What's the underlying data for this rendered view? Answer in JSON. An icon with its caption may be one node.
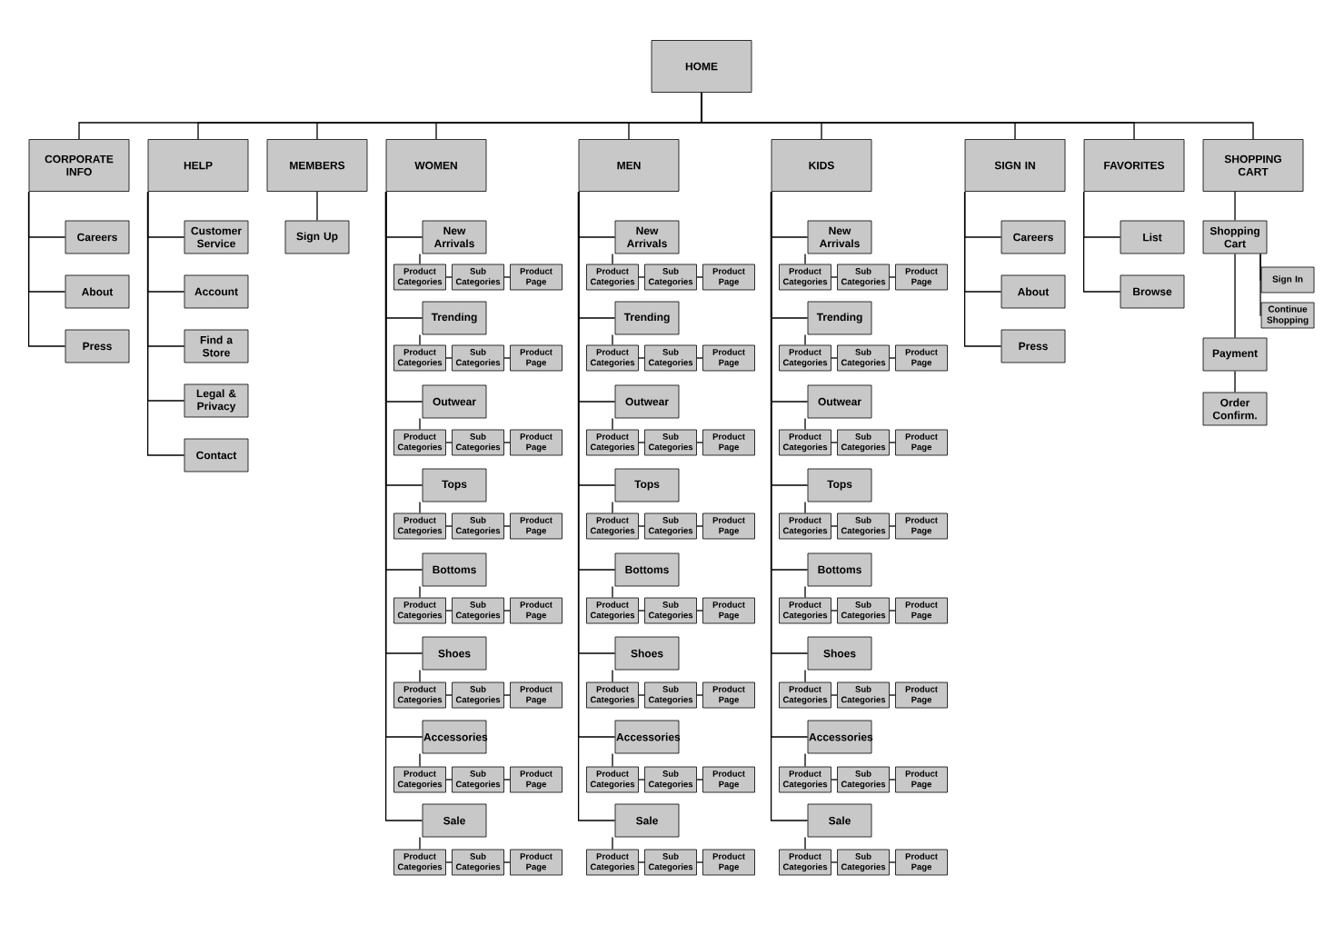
{
  "diagram": {
    "nodes": [
      {
        "text": [
          "HOME"
        ]
      },
      {
        "text": [
          "CORPORATE INFO"
        ]
      },
      {
        "text": [
          "HELP"
        ]
      },
      {
        "text": [
          "MEMBERS"
        ]
      },
      {
        "text": [
          "WOMEN"
        ]
      },
      {
        "text": [
          "MEN"
        ]
      },
      {
        "text": [
          "KIDS"
        ]
      },
      {
        "text": [
          "SIGN IN"
        ]
      },
      {
        "text": [
          "FAVORITES"
        ]
      },
      {
        "text": [
          "SHOPPING CART"
        ]
      },
      {
        "text": [
          "Careers"
        ]
      },
      {
        "text": [
          "About"
        ]
      },
      {
        "text": [
          "Press"
        ]
      },
      {
        "text": [
          "Customer Service"
        ]
      },
      {
        "text": [
          "Account"
        ]
      },
      {
        "text": [
          "Find a Store"
        ]
      },
      {
        "text": [
          "Legal & Privacy"
        ]
      },
      {
        "text": [
          "Contact"
        ]
      },
      {
        "text": [
          "Sign Up"
        ]
      },
      {
        "text": [
          "New Arrivals"
        ]
      },
      {
        "text": [
          "Product Categories"
        ]
      },
      {
        "text": [
          "Sub Categories"
        ]
      },
      {
        "text": [
          "Product Page"
        ]
      },
      {
        "text": [
          "Trending"
        ]
      },
      {
        "text": [
          "Product Categories"
        ]
      },
      {
        "text": [
          "Sub Categories"
        ]
      },
      {
        "text": [
          "Product Page"
        ]
      },
      {
        "text": [
          "Outwear"
        ]
      },
      {
        "text": [
          "Product Categories"
        ]
      },
      {
        "text": [
          "Sub Categories"
        ]
      },
      {
        "text": [
          "Product Page"
        ]
      },
      {
        "text": [
          "Tops"
        ]
      },
      {
        "text": [
          "Product Categories"
        ]
      },
      {
        "text": [
          "Sub Categories"
        ]
      },
      {
        "text": [
          "Product Page"
        ]
      },
      {
        "text": [
          "Bottoms"
        ]
      },
      {
        "text": [
          "Product Categories"
        ]
      },
      {
        "text": [
          "Sub Categories"
        ]
      },
      {
        "text": [
          "Product Page"
        ]
      },
      {
        "text": [
          "Shoes"
        ]
      },
      {
        "text": [
          "Product Categories"
        ]
      },
      {
        "text": [
          "Sub Categories"
        ]
      },
      {
        "text": [
          "Product Page"
        ]
      },
      {
        "text": [
          "Accessories"
        ]
      },
      {
        "text": [
          "Product Categories"
        ]
      },
      {
        "text": [
          "Sub Categories"
        ]
      },
      {
        "text": [
          "Product Page"
        ]
      },
      {
        "text": [
          "Sale"
        ]
      },
      {
        "text": [
          "Product Categories"
        ]
      },
      {
        "text": [
          "Sub Categories"
        ]
      },
      {
        "text": [
          "Product Page"
        ]
      },
      {
        "text": [
          "New Arrivals"
        ]
      },
      {
        "text": [
          "Product Categories"
        ]
      },
      {
        "text": [
          "Sub Categories"
        ]
      },
      {
        "text": [
          "Product Page"
        ]
      },
      {
        "text": [
          "Trending"
        ]
      },
      {
        "text": [
          "Product Categories"
        ]
      },
      {
        "text": [
          "Sub Categories"
        ]
      },
      {
        "text": [
          "Product Page"
        ]
      },
      {
        "text": [
          "Outwear"
        ]
      },
      {
        "text": [
          "Product Categories"
        ]
      },
      {
        "text": [
          "Sub Categories"
        ]
      },
      {
        "text": [
          "Product Page"
        ]
      },
      {
        "text": [
          "Tops"
        ]
      },
      {
        "text": [
          "Product Categories"
        ]
      },
      {
        "text": [
          "Sub Categories"
        ]
      },
      {
        "text": [
          "Product Page"
        ]
      },
      {
        "text": [
          "Bottoms"
        ]
      },
      {
        "text": [
          "Product Categories"
        ]
      },
      {
        "text": [
          "Sub Categories"
        ]
      },
      {
        "text": [
          "Product Page"
        ]
      },
      {
        "text": [
          "Shoes"
        ]
      },
      {
        "text": [
          "Product Categories"
        ]
      },
      {
        "text": [
          "Sub Categories"
        ]
      },
      {
        "text": [
          "Product Page"
        ]
      },
      {
        "text": [
          "Accessories"
        ]
      },
      {
        "text": [
          "Product Categories"
        ]
      },
      {
        "text": [
          "Sub Categories"
        ]
      },
      {
        "text": [
          "Product Page"
        ]
      },
      {
        "text": [
          "Sale"
        ]
      },
      {
        "text": [
          "Product Categories"
        ]
      },
      {
        "text": [
          "Sub Categories"
        ]
      },
      {
        "text": [
          "Product Page"
        ]
      },
      {
        "text": [
          "New Arrivals"
        ]
      },
      {
        "text": [
          "Product Categories"
        ]
      },
      {
        "text": [
          "Sub Categories"
        ]
      },
      {
        "text": [
          "Product Page"
        ]
      },
      {
        "text": [
          "Trending"
        ]
      },
      {
        "text": [
          "Product Categories"
        ]
      },
      {
        "text": [
          "Sub Categories"
        ]
      },
      {
        "text": [
          "Product Page"
        ]
      },
      {
        "text": [
          "Outwear"
        ]
      },
      {
        "text": [
          "Product Categories"
        ]
      },
      {
        "text": [
          "Sub Categories"
        ]
      },
      {
        "text": [
          "Product Page"
        ]
      },
      {
        "text": [
          "Tops"
        ]
      },
      {
        "text": [
          "Product Categories"
        ]
      },
      {
        "text": [
          "Sub Categories"
        ]
      },
      {
        "text": [
          "Product Page"
        ]
      },
      {
        "text": [
          "Bottoms"
        ]
      },
      {
        "text": [
          "Product Categories"
        ]
      },
      {
        "text": [
          "Sub Categories"
        ]
      },
      {
        "text": [
          "Product Page"
        ]
      },
      {
        "text": [
          "Shoes"
        ]
      },
      {
        "text": [
          "Product Categories"
        ]
      },
      {
        "text": [
          "Sub Categories"
        ]
      },
      {
        "text": [
          "Product Page"
        ]
      },
      {
        "text": [
          "Accessories"
        ]
      },
      {
        "text": [
          "Product Categories"
        ]
      },
      {
        "text": [
          "Sub Categories"
        ]
      },
      {
        "text": [
          "Product Page"
        ]
      },
      {
        "text": [
          "Sale"
        ]
      },
      {
        "text": [
          "Product Categories"
        ]
      },
      {
        "text": [
          "Sub Categories"
        ]
      },
      {
        "text": [
          "Product Page"
        ]
      },
      {
        "text": [
          "Careers"
        ]
      },
      {
        "text": [
          "About"
        ]
      },
      {
        "text": [
          "Press"
        ]
      },
      {
        "text": [
          "List"
        ]
      },
      {
        "text": [
          "Browse"
        ]
      },
      {
        "text": [
          "Shopping Cart"
        ]
      },
      {
        "text": [
          "Sign In"
        ]
      },
      {
        "text": [
          "Continue Shopping"
        ]
      },
      {
        "text": [
          "Payment"
        ]
      },
      {
        "text": [
          "Order Confirm."
        ]
      }
    ],
    "edges": [
      {
        "from": 0,
        "to": 1,
        "arrow": "none"
      },
      {
        "from": 0,
        "to": 2,
        "arrow": "none"
      },
      {
        "from": 0,
        "to": 3,
        "arrow": "none"
      },
      {
        "from": 0,
        "to": 4,
        "arrow": "none"
      },
      {
        "from": 0,
        "to": 5,
        "arrow": "none"
      },
      {
        "from": 0,
        "to": 6,
        "arrow": "none"
      },
      {
        "from": 0,
        "to": 7,
        "arrow": "none"
      },
      {
        "from": 0,
        "to": 8,
        "arrow": "none"
      },
      {
        "from": 0,
        "to": 9,
        "arrow": "none"
      },
      {
        "from": 1,
        "to": 10,
        "arrow": "none"
      },
      {
        "from": 1,
        "to": 11,
        "arrow": "none"
      },
      {
        "from": 1,
        "to": 12,
        "arrow": "none"
      },
      {
        "from": 2,
        "to": 13,
        "arrow": "none"
      },
      {
        "from": 2,
        "to": 14,
        "arrow": "none"
      },
      {
        "from": 2,
        "to": 15,
        "arrow": "none"
      },
      {
        "from": 2,
        "to": 16,
        "arrow": "none"
      },
      {
        "from": 2,
        "to": 17,
        "arrow": "none"
      },
      {
        "from": 3,
        "to": 18,
        "arrow": "none"
      },
      {
        "from": 4,
        "to": 19,
        "arrow": "none"
      },
      {
        "from": 19,
        "to": 20,
        "arrow": "none"
      },
      {
        "from": 20,
        "to": 21,
        "arrow": "none"
      },
      {
        "from": 21,
        "to": 22,
        "arrow": "none"
      },
      {
        "from": 4,
        "to": 23,
        "arrow": "none"
      },
      {
        "from": 23,
        "to": 24,
        "arrow": "none"
      },
      {
        "from": 24,
        "to": 25,
        "arrow": "none"
      },
      {
        "from": 25,
        "to": 26,
        "arrow": "none"
      },
      {
        "from": 4,
        "to": 27,
        "arrow": "none"
      },
      {
        "from": 27,
        "to": 28,
        "arrow": "none"
      },
      {
        "from": 28,
        "to": 29,
        "arrow": "none"
      },
      {
        "from": 29,
        "to": 30,
        "arrow": "none"
      },
      {
        "from": 4,
        "to": 31,
        "arrow": "none"
      },
      {
        "from": 31,
        "to": 32,
        "arrow": "none"
      },
      {
        "from": 32,
        "to": 33,
        "arrow": "none"
      },
      {
        "from": 33,
        "to": 34,
        "arrow": "none"
      },
      {
        "from": 4,
        "to": 35,
        "arrow": "none"
      },
      {
        "from": 35,
        "to": 36,
        "arrow": "none"
      },
      {
        "from": 36,
        "to": 37,
        "arrow": "none"
      },
      {
        "from": 37,
        "to": 38,
        "arrow": "none"
      },
      {
        "from": 4,
        "to": 39,
        "arrow": "none"
      },
      {
        "from": 39,
        "to": 40,
        "arrow": "none"
      },
      {
        "from": 40,
        "to": 41,
        "arrow": "none"
      },
      {
        "from": 41,
        "to": 42,
        "arrow": "none"
      },
      {
        "from": 4,
        "to": 43,
        "arrow": "none"
      },
      {
        "from": 43,
        "to": 44,
        "arrow": "none"
      },
      {
        "from": 44,
        "to": 45,
        "arrow": "none"
      },
      {
        "from": 45,
        "to": 46,
        "arrow": "none"
      },
      {
        "from": 4,
        "to": 47,
        "arrow": "none"
      },
      {
        "from": 47,
        "to": 48,
        "arrow": "none"
      },
      {
        "from": 48,
        "to": 49,
        "arrow": "none"
      },
      {
        "from": 49,
        "to": 50,
        "arrow": "none"
      },
      {
        "from": 5,
        "to": 51,
        "arrow": "none"
      },
      {
        "from": 51,
        "to": 52,
        "arrow": "none"
      },
      {
        "from": 52,
        "to": 53,
        "arrow": "none"
      },
      {
        "from": 53,
        "to": 54,
        "arrow": "none"
      },
      {
        "from": 5,
        "to": 55,
        "arrow": "none"
      },
      {
        "from": 55,
        "to": 56,
        "arrow": "none"
      },
      {
        "from": 56,
        "to": 57,
        "arrow": "none"
      },
      {
        "from": 57,
        "to": 58,
        "arrow": "none"
      },
      {
        "from": 5,
        "to": 59,
        "arrow": "none"
      },
      {
        "from": 59,
        "to": 60,
        "arrow": "none"
      },
      {
        "from": 60,
        "to": 61,
        "arrow": "none"
      },
      {
        "from": 61,
        "to": 62,
        "arrow": "none"
      },
      {
        "from": 5,
        "to": 63,
        "arrow": "none"
      },
      {
        "from": 63,
        "to": 64,
        "arrow": "none"
      },
      {
        "from": 64,
        "to": 65,
        "arrow": "none"
      },
      {
        "from": 65,
        "to": 66,
        "arrow": "none"
      },
      {
        "from": 5,
        "to": 67,
        "arrow": "none"
      },
      {
        "from": 67,
        "to": 68,
        "arrow": "none"
      },
      {
        "from": 68,
        "to": 69,
        "arrow": "none"
      },
      {
        "from": 69,
        "to": 70,
        "arrow": "none"
      },
      {
        "from": 5,
        "to": 71,
        "arrow": "none"
      },
      {
        "from": 71,
        "to": 72,
        "arrow": "none"
      },
      {
        "from": 72,
        "to": 73,
        "arrow": "none"
      },
      {
        "from": 73,
        "to": 74,
        "arrow": "none"
      },
      {
        "from": 5,
        "to": 75,
        "arrow": "none"
      },
      {
        "from": 75,
        "to": 76,
        "arrow": "none"
      },
      {
        "from": 76,
        "to": 77,
        "arrow": "none"
      },
      {
        "from": 77,
        "to": 78,
        "arrow": "none"
      },
      {
        "from": 5,
        "to": 79,
        "arrow": "none"
      },
      {
        "from": 79,
        "to": 80,
        "arrow": "none"
      },
      {
        "from": 80,
        "to": 81,
        "arrow": "none"
      },
      {
        "from": 81,
        "to": 82,
        "arrow": "none"
      },
      {
        "from": 6,
        "to": 83,
        "arrow": "none"
      },
      {
        "from": 83,
        "to": 84,
        "arrow": "none"
      },
      {
        "from": 84,
        "to": 85,
        "arrow": "none"
      },
      {
        "from": 85,
        "to": 86,
        "arrow": "none"
      },
      {
        "from": 6,
        "to": 87,
        "arrow": "none"
      },
      {
        "from": 87,
        "to": 88,
        "arrow": "none"
      },
      {
        "from": 88,
        "to": 89,
        "arrow": "none"
      },
      {
        "from": 89,
        "to": 90,
        "arrow": "none"
      },
      {
        "from": 6,
        "to": 91,
        "arrow": "none"
      },
      {
        "from": 91,
        "to": 92,
        "arrow": "none"
      },
      {
        "from": 92,
        "to": 93,
        "arrow": "none"
      },
      {
        "from": 93,
        "to": 94,
        "arrow": "none"
      },
      {
        "from": 6,
        "to": 95,
        "arrow": "none"
      },
      {
        "from": 95,
        "to": 96,
        "arrow": "none"
      },
      {
        "from": 96,
        "to": 97,
        "arrow": "none"
      },
      {
        "from": 97,
        "to": 98,
        "arrow": "none"
      },
      {
        "from": 6,
        "to": 99,
        "arrow": "none"
      },
      {
        "from": 99,
        "to": 100,
        "arrow": "none"
      },
      {
        "from": 100,
        "to": 101,
        "arrow": "none"
      },
      {
        "from": 101,
        "to": 102,
        "arrow": "none"
      },
      {
        "from": 6,
        "to": 103,
        "arrow": "none"
      },
      {
        "from": 103,
        "to": 104,
        "arrow": "none"
      },
      {
        "from": 104,
        "to": 105,
        "arrow": "none"
      },
      {
        "from": 105,
        "to": 106,
        "arrow": "none"
      },
      {
        "from": 6,
        "to": 107,
        "arrow": "none"
      },
      {
        "from": 107,
        "to": 108,
        "arrow": "none"
      },
      {
        "from": 108,
        "to": 109,
        "arrow": "none"
      },
      {
        "from": 109,
        "to": 110,
        "arrow": "none"
      },
      {
        "from": 6,
        "to": 111,
        "arrow": "none"
      },
      {
        "from": 111,
        "to": 112,
        "arrow": "none"
      },
      {
        "from": 112,
        "to": 113,
        "arrow": "none"
      },
      {
        "from": 113,
        "to": 114,
        "arrow": "none"
      },
      {
        "from": 7,
        "to": 115,
        "arrow": "none"
      },
      {
        "from": 7,
        "to": 116,
        "arrow": "none"
      },
      {
        "from": 7,
        "to": 117,
        "arrow": "none"
      },
      {
        "from": 8,
        "to": 118,
        "arrow": "none"
      },
      {
        "from": 8,
        "to": 119,
        "arrow": "none"
      },
      {
        "from": 9,
        "to": 120,
        "arrow": "none"
      },
      {
        "from": 120,
        "to": 121,
        "arrow": "none"
      },
      {
        "from": 120,
        "to": 122,
        "arrow": "none"
      },
      {
        "from": 120,
        "to": 123,
        "arrow": "none"
      },
      {
        "from": 123,
        "to": 124,
        "arrow": "none"
      }
    ]
  }
}
